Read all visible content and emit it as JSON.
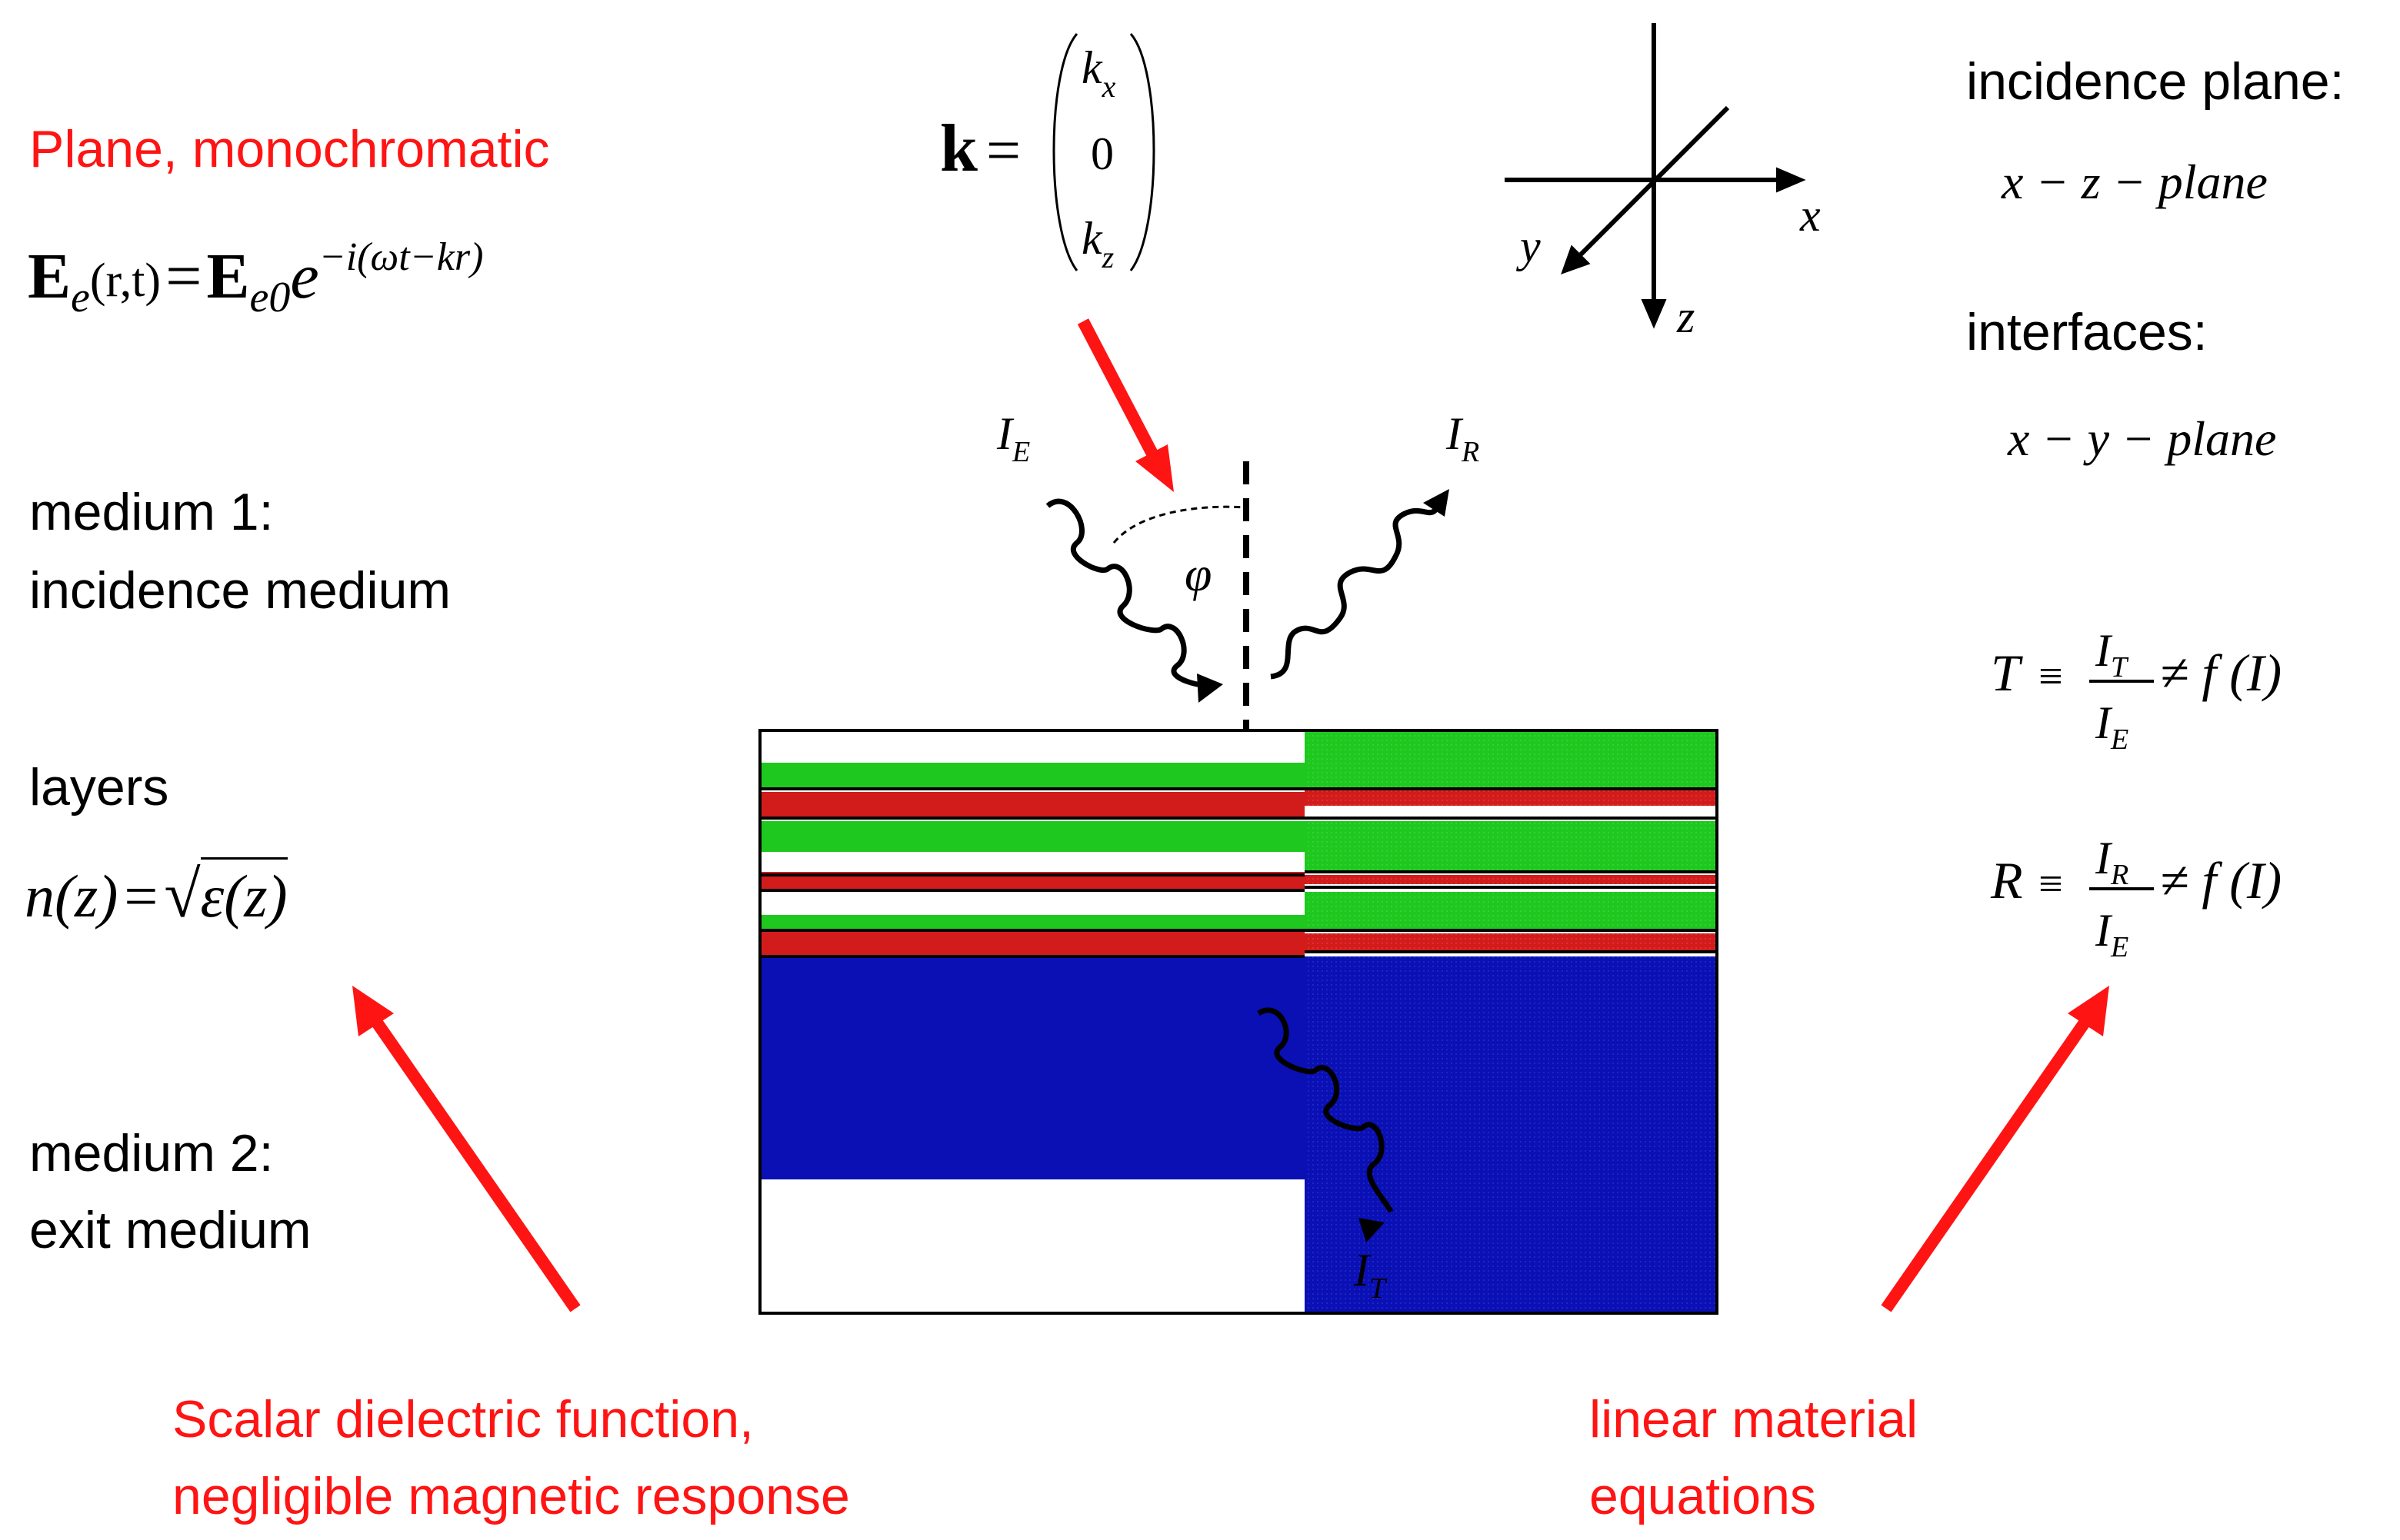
{
  "left": {
    "heading": "Plane, monochromatic",
    "field_eq": {
      "E": "E",
      "e_sub": "e",
      "args": "(r,t)",
      "eq": "=",
      "E0": "E",
      "e0_sub": "e0",
      "exp_base": "e",
      "exp": "−i(ωt−kr)"
    },
    "medium1_line1": "medium 1:",
    "medium1_line2": "incidence medium",
    "layers_label": "layers",
    "n_eq": {
      "lhs": "n(z)",
      "eq": "=",
      "sqrt_arg": "ε(z)"
    },
    "medium2_line1": "medium 2:",
    "medium2_line2": "exit medium",
    "bottom_line1": "Scalar dielectric function,",
    "bottom_line2": "negligible magnetic response"
  },
  "center": {
    "k_vector": {
      "k": "k",
      "eq": "=",
      "row1_base": "k",
      "row1_sub": "x",
      "row2": "0",
      "row3_base": "k",
      "row3_sub": "z"
    },
    "axes": {
      "x": "x",
      "y": "y",
      "z": "z"
    },
    "beams": {
      "incident_base": "I",
      "incident_sub": "E",
      "reflected_base": "I",
      "reflected_sub": "R",
      "transmitted_base": "I",
      "transmitted_sub": "T",
      "angle": "φ"
    },
    "colors": {
      "green": "#1ec81e",
      "red": "#d21c1c",
      "blue": "#0a10b4",
      "arrow": "#ff1414"
    }
  },
  "right": {
    "incidence_plane_label": "incidence plane:",
    "incidence_plane_eq": "x − z − plane",
    "interfaces_label": "interfaces:",
    "interfaces_eq": "x − y − plane",
    "T_eq": {
      "lhs": "T",
      "equiv": "≡",
      "num": "I",
      "num_sub": "T",
      "den": "I",
      "den_sub": "E",
      "rhs": "≠ f (I)"
    },
    "R_eq": {
      "lhs": "R",
      "equiv": "≡",
      "num": "I",
      "num_sub": "R",
      "den": "I",
      "den_sub": "E",
      "rhs": "≠ f (I)"
    },
    "bottom_line1": "linear material",
    "bottom_line2": "equations"
  }
}
